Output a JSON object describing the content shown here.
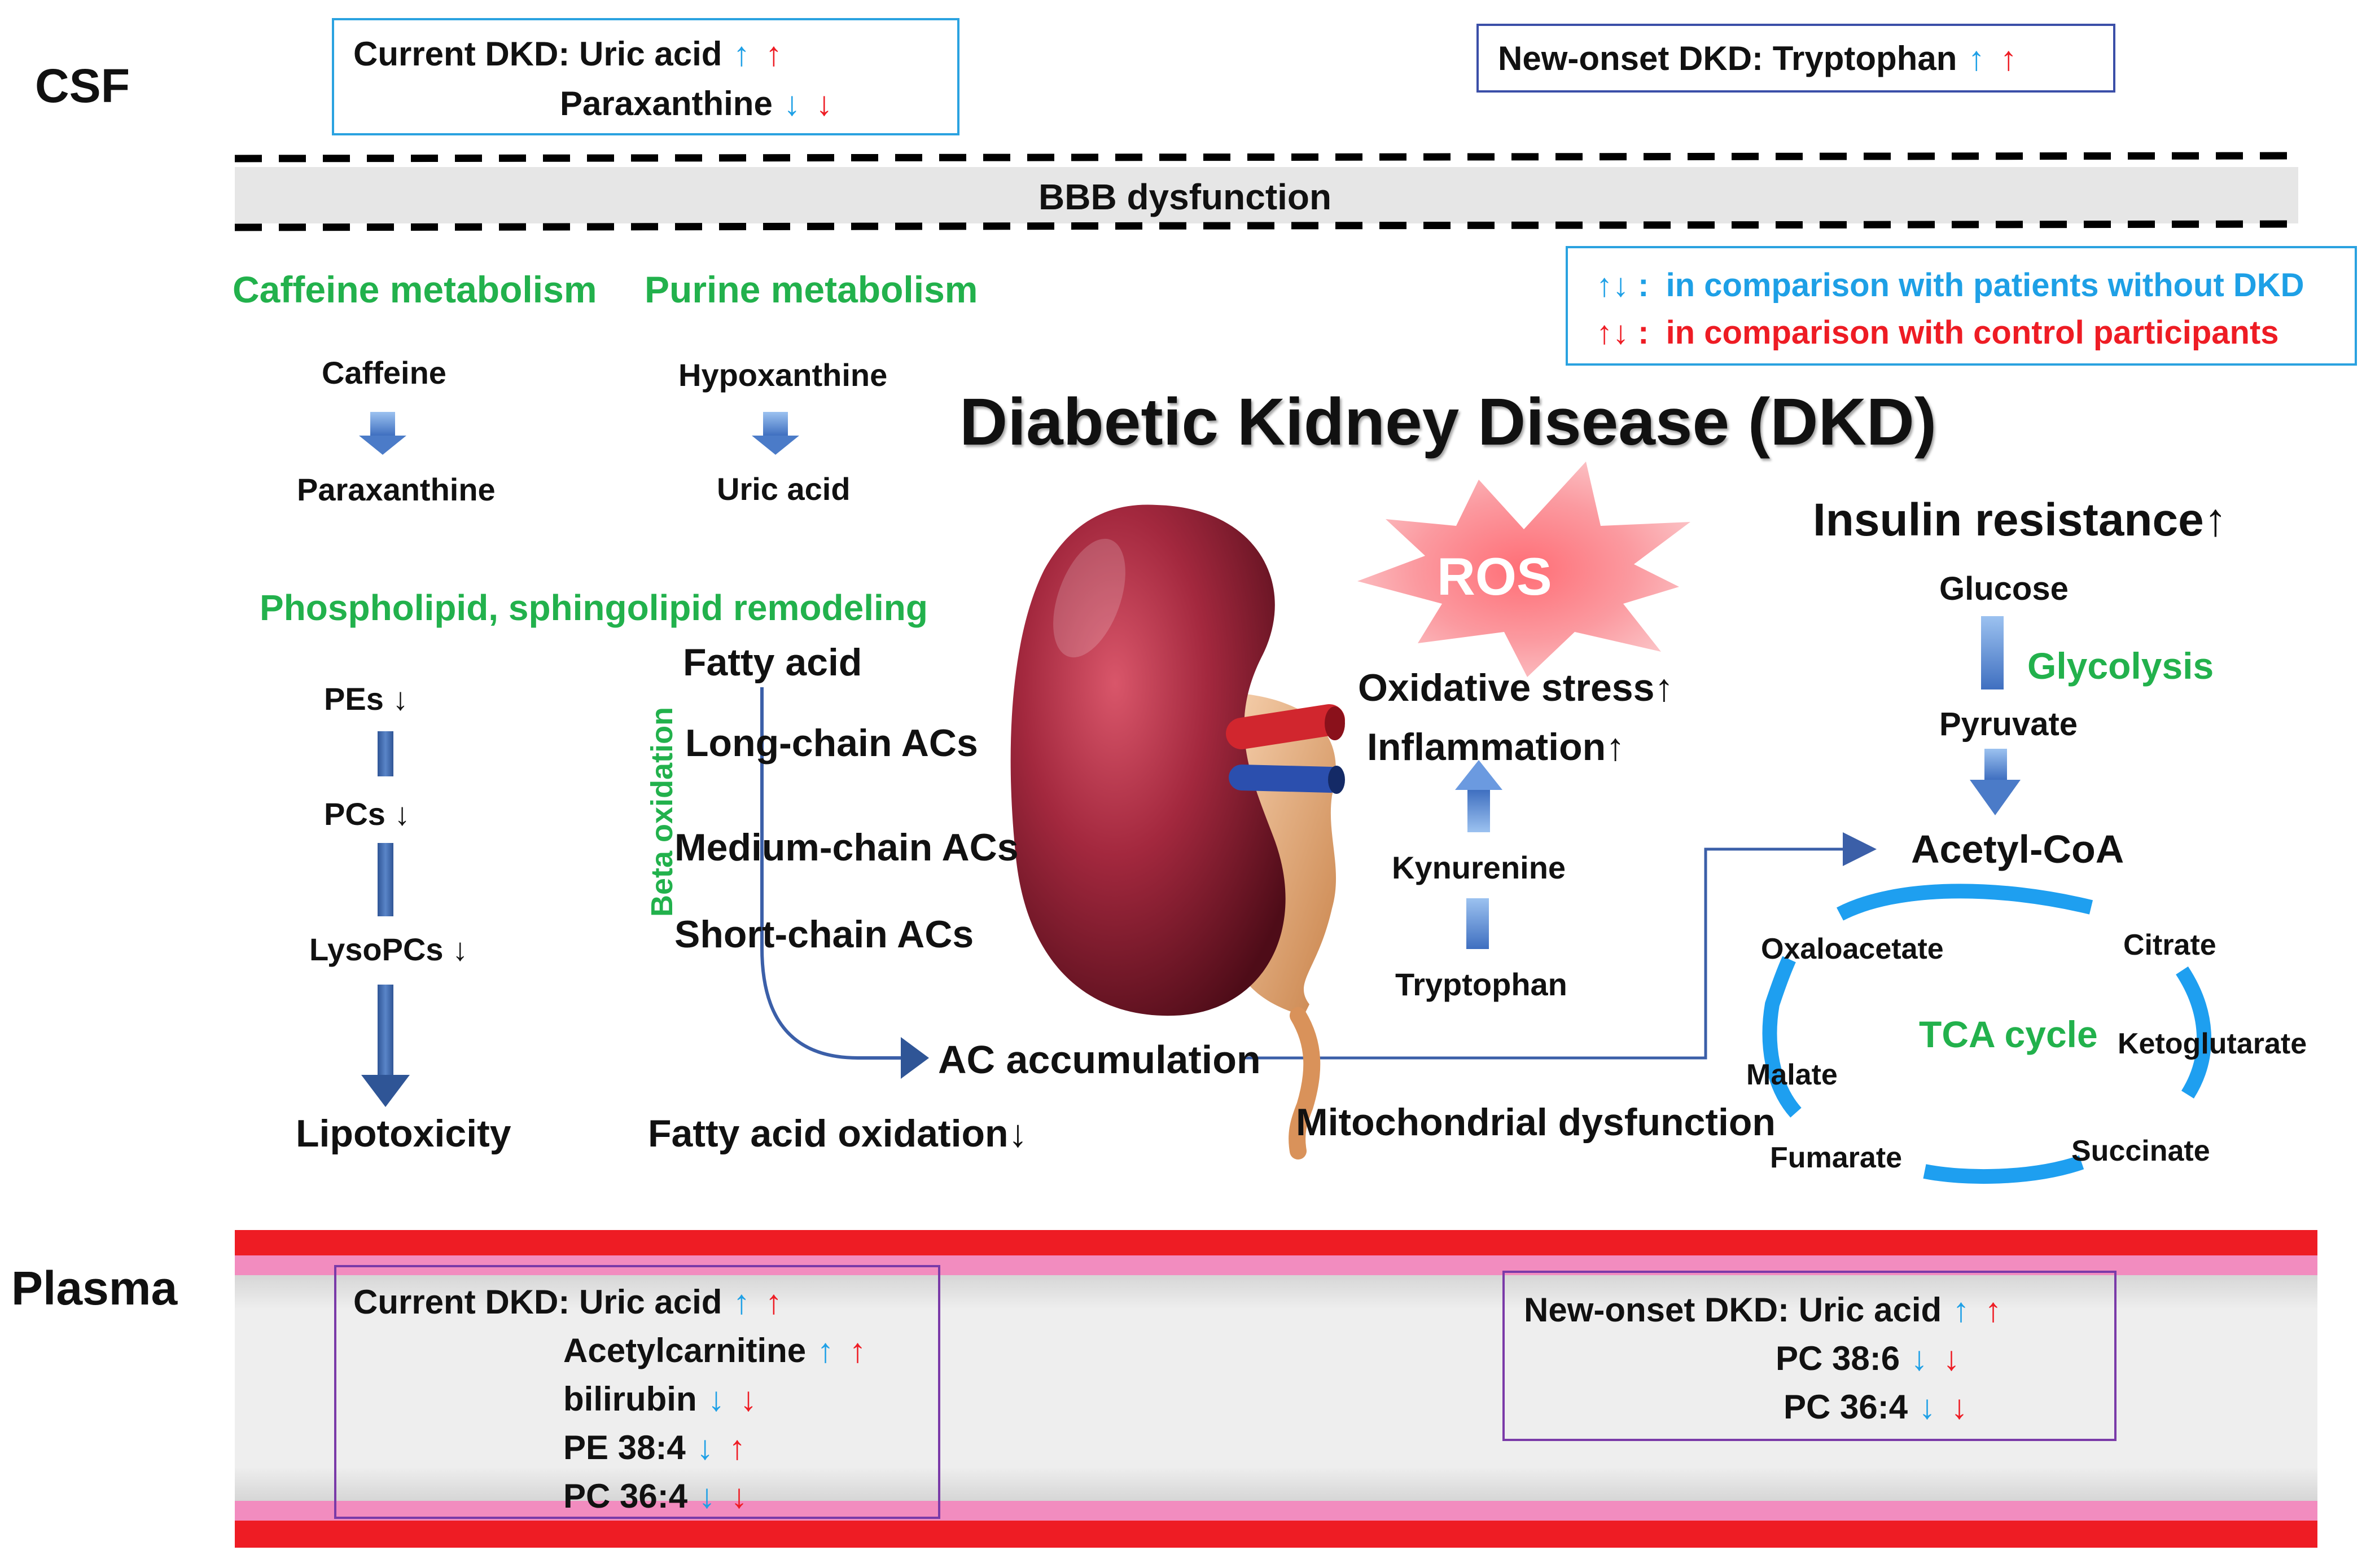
{
  "labels": {
    "csf": "CSF",
    "plasma": "Plasma",
    "bbb": "BBB dysfunction",
    "title": "Diabetic Kidney Disease (DKD)",
    "ros": "ROS"
  },
  "csf_boxes": {
    "current": {
      "prefix": "Current DKD: ",
      "items": [
        {
          "name": "Uric acid",
          "vs_without_dkd": "↑",
          "vs_control": "↑"
        },
        {
          "name": "Paraxanthine",
          "vs_without_dkd": "↓",
          "vs_control": "↓"
        }
      ]
    },
    "new_onset": {
      "prefix": "New-onset DKD: ",
      "items": [
        {
          "name": "Tryptophan",
          "vs_without_dkd": "↑",
          "vs_control": "↑"
        }
      ]
    }
  },
  "legend": {
    "row1": {
      "symbols": "↑↓ :",
      "text": "in comparison with patients without DKD"
    },
    "row2": {
      "symbols": "↑↓ :",
      "text": "in comparison with control participants"
    }
  },
  "caffeine": {
    "title": "Caffeine metabolism",
    "from": "Caffeine",
    "to": "Paraxanthine"
  },
  "purine": {
    "title": "Purine metabolism",
    "from": "Hypoxanthine",
    "to": "Uric acid"
  },
  "phospholipid": {
    "title": "Phospholipid, sphingolipid remodeling",
    "pes": "PEs ↓",
    "pcs": "PCs ↓",
    "lysopcs": "LysoPCs ↓",
    "lipotoxicity": "Lipotoxicity"
  },
  "beta_ox": {
    "label": "Beta oxidation",
    "fatty_acid": "Fatty acid",
    "long": "Long-chain ACs",
    "medium": "Medium-chain ACs",
    "short": "Short-chain ACs",
    "accumulation": "AC accumulation",
    "oxidation": "Fatty acid oxidation↓"
  },
  "ros_panel": {
    "oxidative": "Oxidative stress↑",
    "inflammation": "Inflammation↑",
    "kynurenine": "Kynurenine",
    "tryptophan": "Tryptophan",
    "mito": "Mitochondrial dysfunction"
  },
  "glycolysis": {
    "insulin": "Insulin resistance↑",
    "glucose": "Glucose",
    "label": "Glycolysis",
    "pyruvate": "Pyruvate",
    "acetyl": "Acetyl-CoA"
  },
  "tca": {
    "label": "TCA cycle",
    "oxaloacetate": "Oxaloacetate",
    "citrate": "Citrate",
    "ketoglutarate": "Ketoglutarate",
    "succinate": "Succinate",
    "fumarate": "Fumarate",
    "malate": "Malate"
  },
  "plasma_boxes": {
    "current": {
      "prefix": "Current DKD: ",
      "items": [
        {
          "name": "Uric acid",
          "vs_without_dkd": "↑",
          "vs_control": "↑"
        },
        {
          "name": "Acetylcarnitine",
          "vs_without_dkd": "↑",
          "vs_control": "↑"
        },
        {
          "name": "bilirubin",
          "vs_without_dkd": "↓",
          "vs_control": "↓"
        },
        {
          "name": "PE 38:4",
          "vs_without_dkd": "↓",
          "vs_control": "↑"
        },
        {
          "name": "PC 36:4",
          "vs_without_dkd": "↓",
          "vs_control": "↓"
        }
      ]
    },
    "new_onset": {
      "prefix": "New-onset DKD: ",
      "items": [
        {
          "name": "Uric acid",
          "vs_without_dkd": "↑",
          "vs_control": "↑"
        },
        {
          "name": "PC 38:6",
          "vs_without_dkd": "↓",
          "vs_control": "↓"
        },
        {
          "name": "PC 36:4",
          "vs_without_dkd": "↓",
          "vs_control": "↓"
        }
      ]
    }
  },
  "colors": {
    "green": "#22b14c",
    "vs_without_dkd": "#1ea0e6",
    "vs_control": "#ee1c24",
    "vessel_red": "#ee1c24",
    "vessel_pink": "#f28cbf",
    "band_gray": "#e6e6e6",
    "pathway_blue": "#5b8fd6"
  }
}
